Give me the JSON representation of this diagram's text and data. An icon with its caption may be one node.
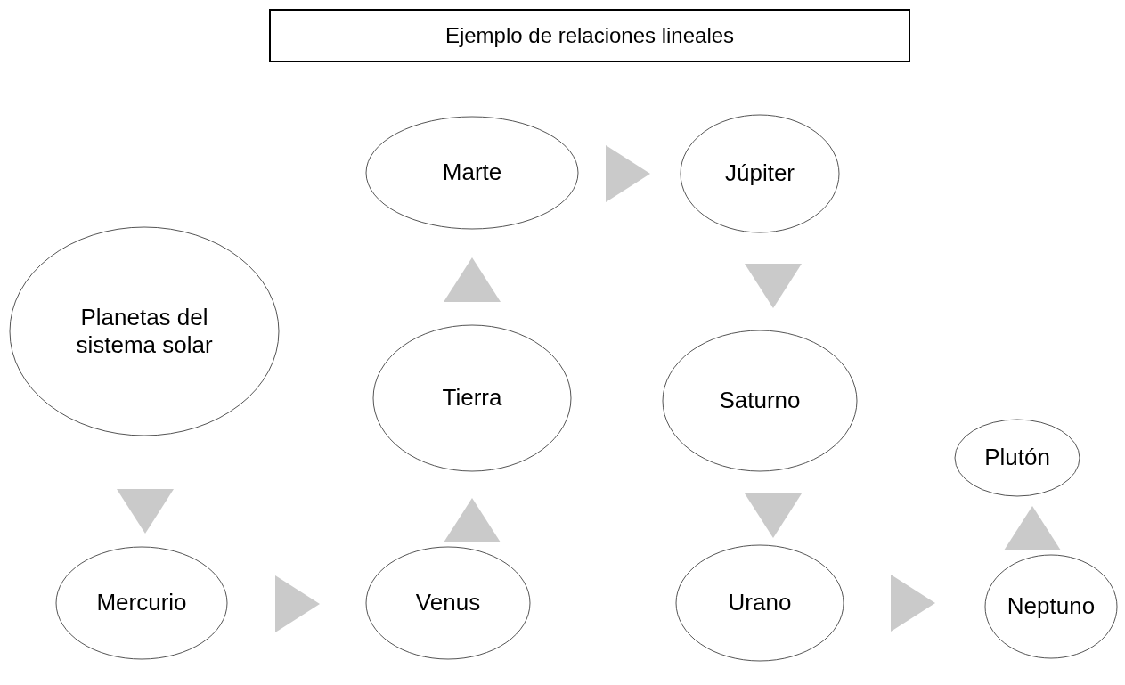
{
  "diagram": {
    "title": "Ejemplo de relaciones lineales",
    "nodes": [
      {
        "text": [
          "Planetas del sistema solar"
        ]
      },
      {
        "text": [
          "Mercurio"
        ]
      },
      {
        "text": [
          "Venus"
        ]
      },
      {
        "text": [
          "Tierra"
        ]
      },
      {
        "text": [
          "Marte"
        ]
      },
      {
        "text": [
          "Júpiter"
        ]
      },
      {
        "text": [
          "Saturno"
        ]
      },
      {
        "text": [
          "Urano"
        ]
      },
      {
        "text": [
          "Neptuno"
        ]
      },
      {
        "text": [
          "Plutón"
        ]
      }
    ],
    "edges": [
      {
        "from": 0,
        "to": 1,
        "arrow": "to"
      },
      {
        "from": 1,
        "to": 2,
        "arrow": "to"
      },
      {
        "from": 2,
        "to": 3,
        "arrow": "to"
      },
      {
        "from": 3,
        "to": 4,
        "arrow": "to"
      },
      {
        "from": 4,
        "to": 5,
        "arrow": "to"
      },
      {
        "from": 5,
        "to": 6,
        "arrow": "to"
      },
      {
        "from": 6,
        "to": 7,
        "arrow": "to"
      },
      {
        "from": 7,
        "to": 8,
        "arrow": "to"
      },
      {
        "from": 8,
        "to": 9,
        "arrow": "to"
      }
    ]
  }
}
